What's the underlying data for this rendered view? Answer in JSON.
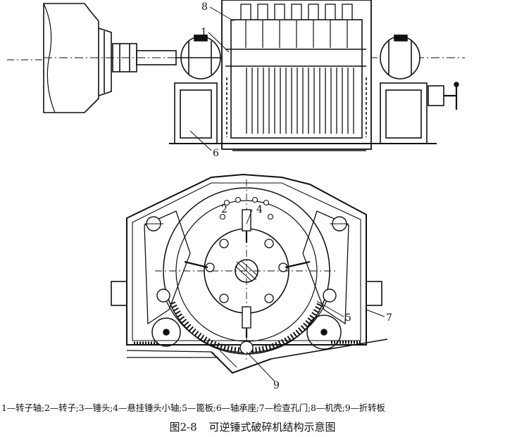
{
  "diagram": {
    "callouts": {
      "top": [
        "8",
        "1",
        "6"
      ],
      "bottom": [
        "2",
        "4",
        "5",
        "7",
        "9"
      ]
    }
  },
  "legend": {
    "text": "1—转子轴;2—转子;3—锤头;4—悬挂锤头小轴;5—篦板;6—轴承座;7—检查孔门;8—机壳;9—折转板"
  },
  "caption": {
    "number": "图2-8",
    "title": "可逆锤式破碎机结构示意图"
  }
}
